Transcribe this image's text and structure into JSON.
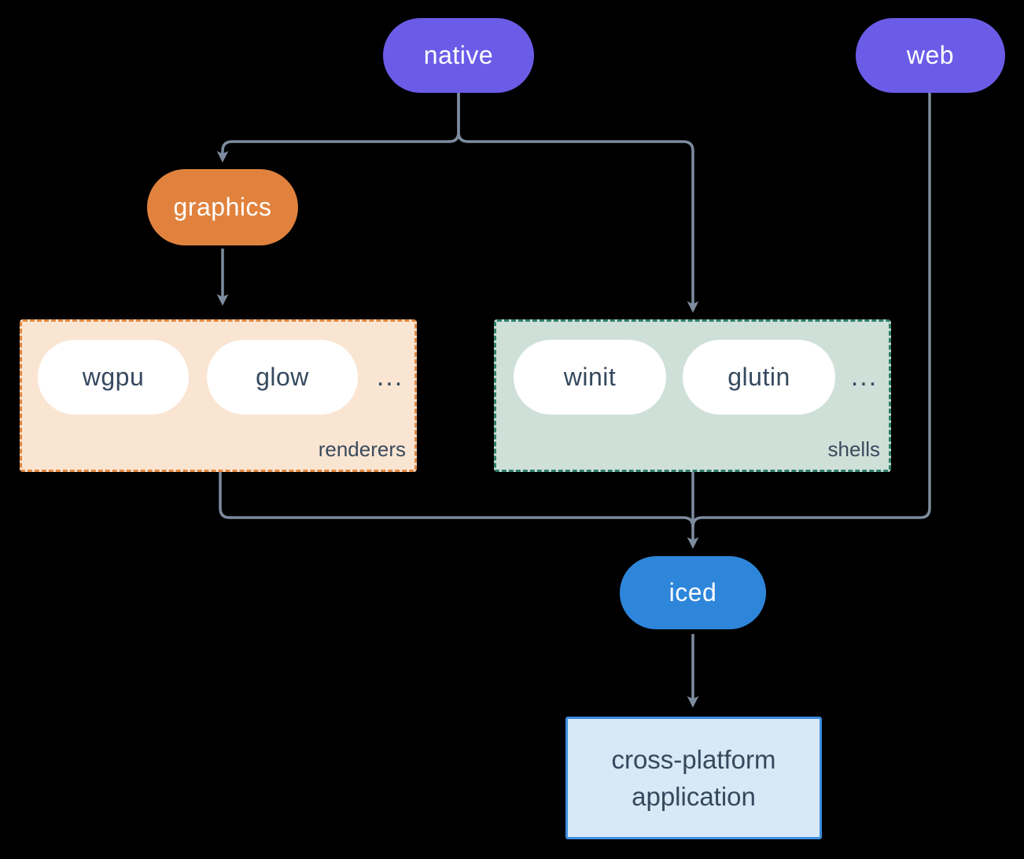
{
  "diagram": {
    "nodes": {
      "native": {
        "label": "native"
      },
      "web": {
        "label": "web"
      },
      "graphics": {
        "label": "graphics"
      },
      "iced": {
        "label": "iced"
      },
      "application": {
        "lines": [
          "cross-platform",
          "application"
        ]
      }
    },
    "groups": {
      "renderers": {
        "label": "renderers",
        "items": [
          {
            "label": "wgpu"
          },
          {
            "label": "glow"
          }
        ],
        "ellipsis": "..."
      },
      "shells": {
        "label": "shells",
        "items": [
          {
            "label": "winit"
          },
          {
            "label": "glutin"
          }
        ],
        "ellipsis": "..."
      }
    },
    "edges": [
      "native -> graphics",
      "native -> shells",
      "graphics -> renderers",
      "renderers -> iced",
      "shells -> iced",
      "web -> iced",
      "iced -> application"
    ],
    "colors": {
      "background": "#000000",
      "edge": "#7d8c9e",
      "node_purple": "#6b5ce8",
      "node_orange": "#e0823d",
      "node_blue": "#2e86db",
      "pill_white": "#ffffff",
      "dark_text": "#35495e",
      "renderers_fill": "#fae5d3",
      "renderers_border": "#e0873f",
      "shells_fill": "#cfe0d9",
      "shells_border": "#2f7f6b",
      "application_fill": "#d7e8f7",
      "application_border": "#3e8ede"
    }
  }
}
